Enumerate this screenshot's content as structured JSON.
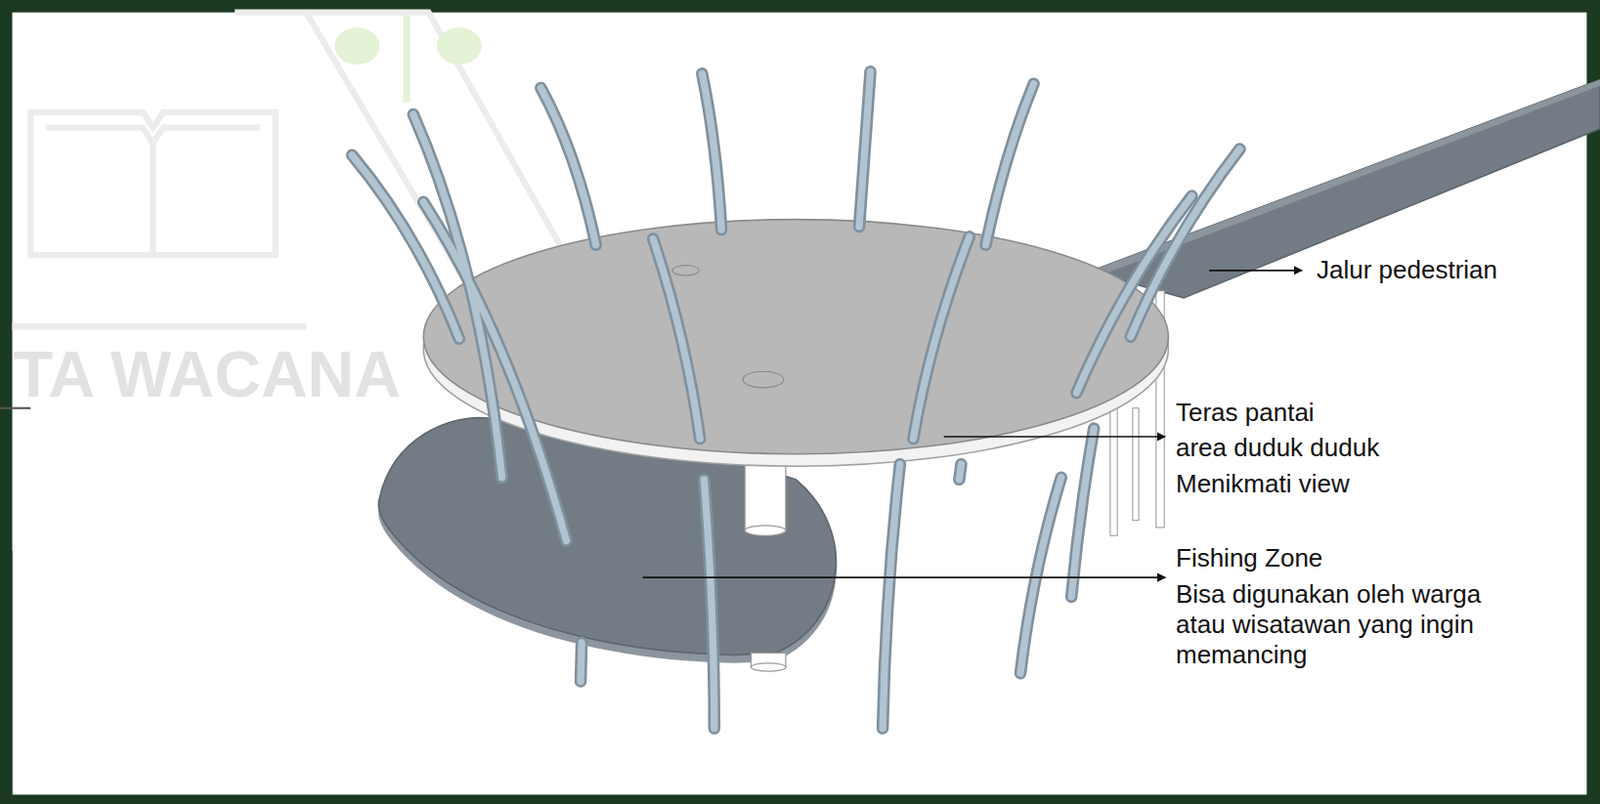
{
  "diagram": {
    "labels": [
      "Jalur pedestrian",
      "Teras pantai",
      "area duduk duduk",
      "Menikmati view",
      "Fishing Zone",
      "Bisa digunakan oleh warga atau wisatawan yang ingin memancing",
      "TA WACANA"
    ]
  }
}
